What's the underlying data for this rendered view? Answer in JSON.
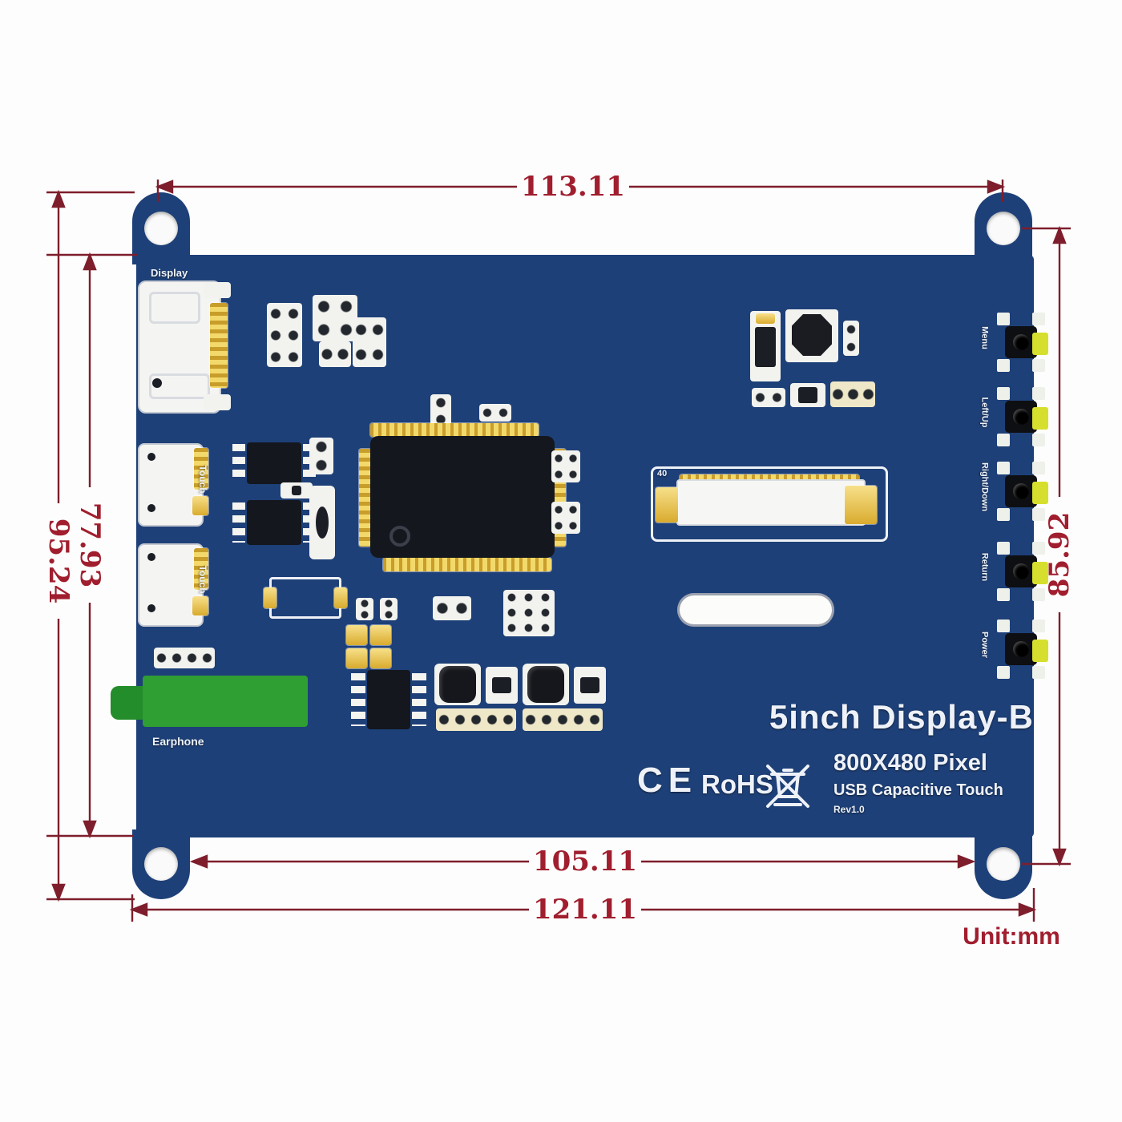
{
  "dimensions": {
    "top_width": "113.11",
    "bottom_inner_width": "105.11",
    "bottom_outer_width": "121.11",
    "left_inner_height": "77.93",
    "left_outer_height": "95.24",
    "right_height": "85.92",
    "unit_label": "Unit:mm"
  },
  "board": {
    "title": "5inch Display-B",
    "resolution": "800X480 Pixel",
    "touch_type": "USB Capacitive Touch",
    "revision": "Rev1.0",
    "ce_label": "CE",
    "rohs_label": "RoHS",
    "connector_labels": {
      "display": "Display",
      "touch_top": "Touch",
      "touch_bottom": "Touch",
      "earphone": "Earphone"
    },
    "fpc_marking": "40",
    "buttons": [
      {
        "label": "Menu"
      },
      {
        "label": "Left/Up"
      },
      {
        "label": "Right/Down"
      },
      {
        "label": "Return"
      },
      {
        "label": "Power"
      }
    ],
    "colors": {
      "pcb_blue": "#1e4078",
      "dimension_red": "#a01e2e",
      "pad_gold": "#e8c84e",
      "earphone_green": "#2f9e33",
      "edge_pad_yellow": "#d7df2e"
    }
  }
}
